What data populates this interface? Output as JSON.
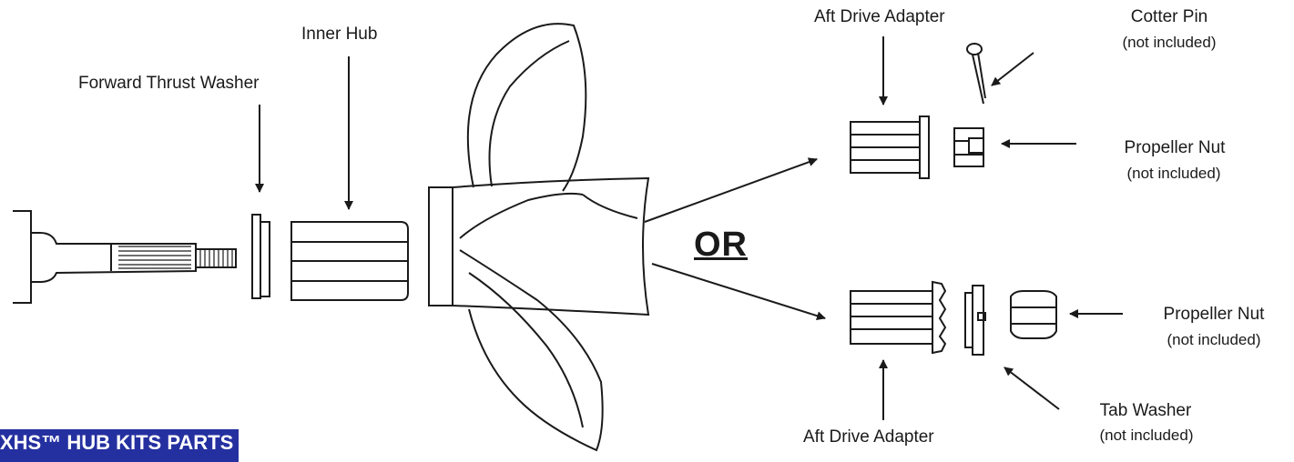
{
  "labels": {
    "inner_hub": "Inner Hub",
    "forward_thrust_washer": "Forward Thrust Washer",
    "aft_drive_adapter_top": "Aft Drive Adapter",
    "cotter_pin": "Cotter Pin",
    "cotter_pin_note": "(not included)",
    "propeller_nut_top": "Propeller Nut",
    "propeller_nut_top_note": "(not included)",
    "or": "OR",
    "propeller_nut_bottom": "Propeller Nut",
    "propeller_nut_bottom_note": "(not included)",
    "tab_washer": "Tab Washer",
    "tab_washer_note": "(not included)",
    "aft_drive_adapter_bottom": "Aft Drive Adapter"
  },
  "banner": "XHS™ HUB KITS PARTS",
  "colors": {
    "banner_bg": "#2530a0",
    "line": "#1a1a1a"
  }
}
